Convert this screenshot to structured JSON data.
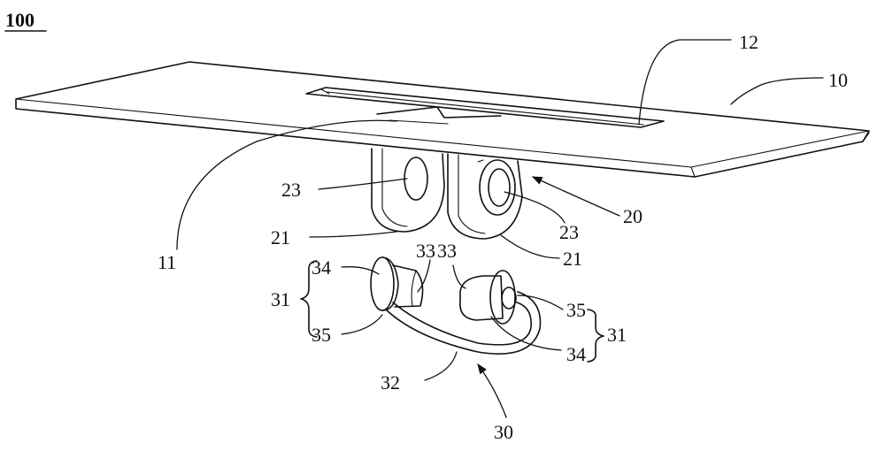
{
  "figure": {
    "number": "100",
    "labels": {
      "plate": "10",
      "notch": "11",
      "slot": "12",
      "bracket": "20",
      "ear_left": "21",
      "ear_right": "21",
      "hole_left": "23",
      "hole_right": "23",
      "strap_assembly": "30",
      "plug_left": "31",
      "plug_right": "31",
      "cord": "32",
      "cut_face_left": "33",
      "cut_face_right": "33",
      "body_left": "34",
      "body_right": "34",
      "flange_left": "35",
      "flange_right": "35"
    }
  }
}
